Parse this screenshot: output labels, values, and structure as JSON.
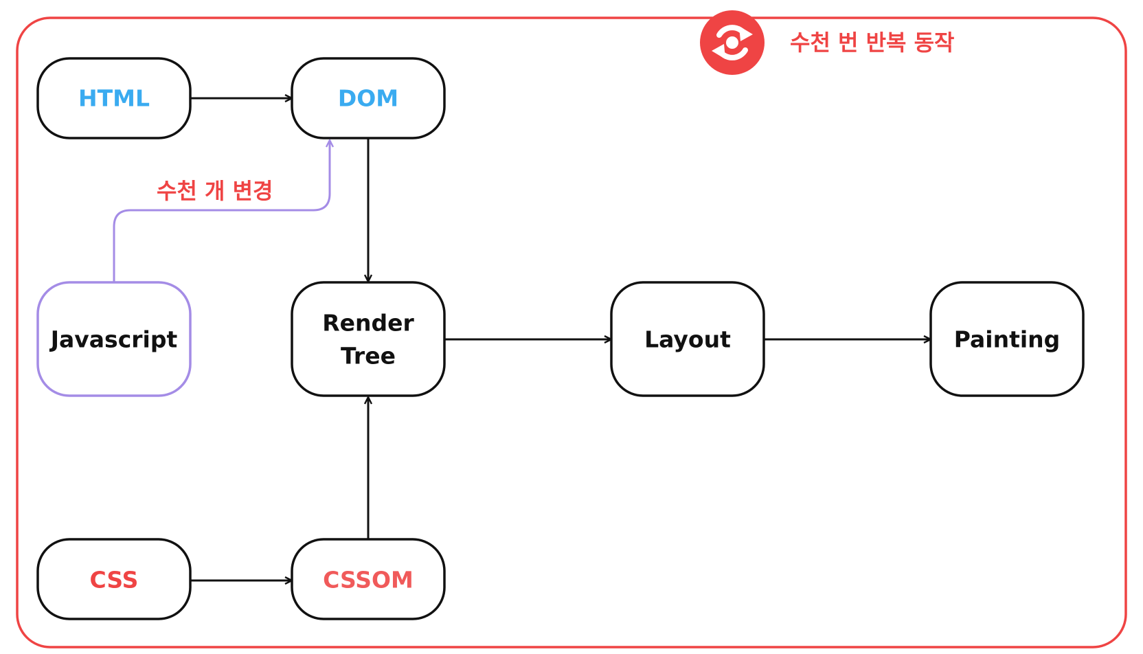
{
  "loop_label": "수천 번 반복 동작",
  "js_change_label": "수천 개 변경",
  "icons": {
    "loop": "refresh-cycle-icon"
  },
  "colors": {
    "frame": "#ef4444",
    "blue": "#3aabf0",
    "red": "#ef4444",
    "cssom": "#f05a5a",
    "purple": "#a48ce6",
    "black": "#111111"
  },
  "nodes": {
    "html": {
      "label": "HTML"
    },
    "dom": {
      "label": "DOM"
    },
    "javascript": {
      "label": "Javascript"
    },
    "render_tree": {
      "line1": "Render",
      "line2": "Tree"
    },
    "layout": {
      "label": "Layout"
    },
    "painting": {
      "label": "Painting"
    },
    "css": {
      "label": "CSS"
    },
    "cssom": {
      "label": "CSSOM"
    }
  }
}
